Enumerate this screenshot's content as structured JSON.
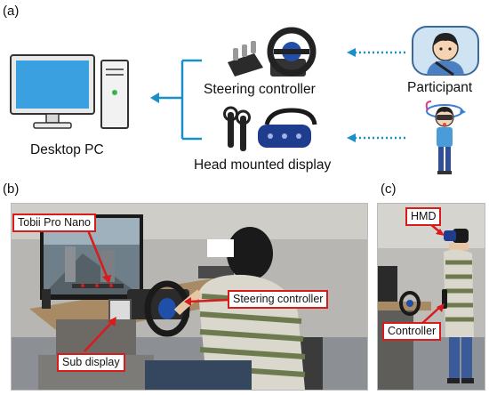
{
  "panels": {
    "a": "(a)",
    "b": "(b)",
    "c": "(c)"
  },
  "diagram": {
    "desktop_label": "Desktop PC",
    "steering_label": "Steering controller",
    "hmd_label": "Head mounted display",
    "participant_label": "Participant"
  },
  "photo_b": {
    "callout_tobii": "Tobii Pro Nano",
    "callout_steering": "Steering controller",
    "callout_subdisplay": "Sub display"
  },
  "photo_c": {
    "callout_hmd": "HMD",
    "callout_controller": "Controller"
  },
  "colors": {
    "arrow": "#1a8fc9",
    "callout": "#d81b1b"
  }
}
